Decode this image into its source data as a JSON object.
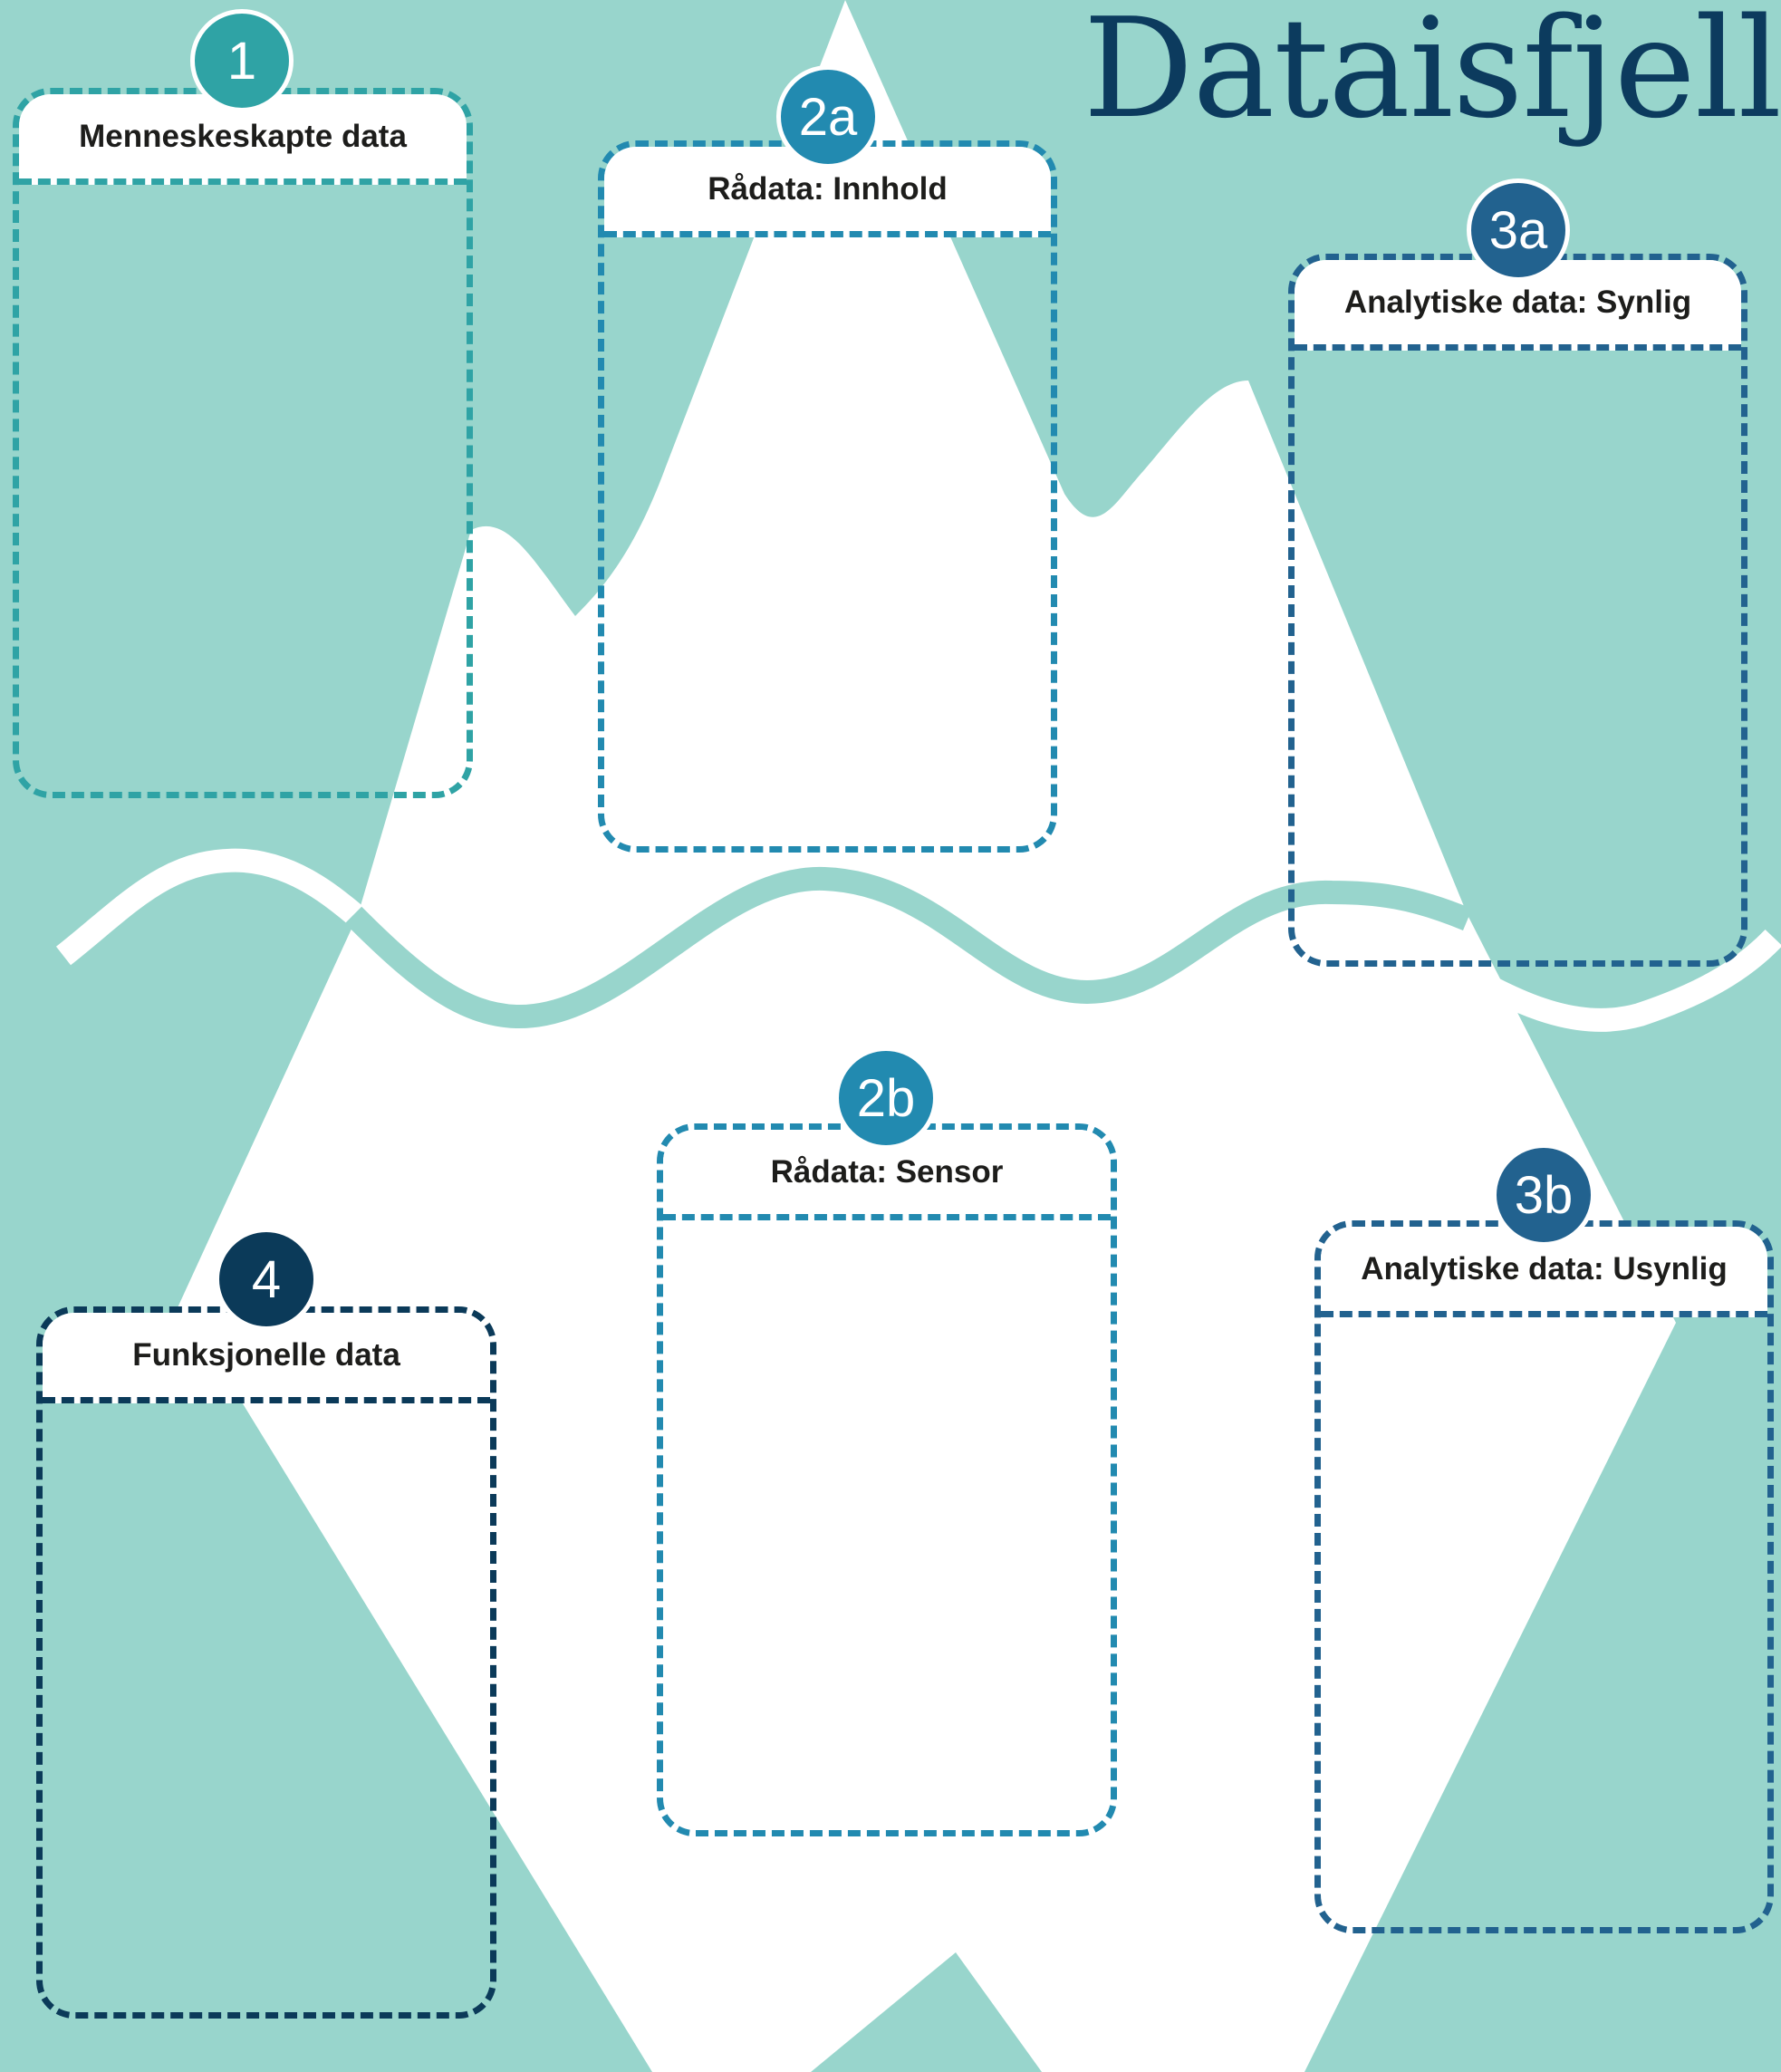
{
  "title": "Dataisfjell",
  "colors": {
    "sea": "#98d5cc",
    "ice": "#ffffff",
    "title": "#0c3b5e",
    "teal": "#2fa3a5",
    "blue": "#228ab0",
    "mid_blue": "#22628f",
    "navy": "#0b3a59"
  },
  "boxes": [
    {
      "number": "1",
      "label": "Menneskeskapte data"
    },
    {
      "number": "2a",
      "label": "Rådata: Innhold"
    },
    {
      "number": "3a",
      "label": "Analytiske data: Synlig"
    },
    {
      "number": "2b",
      "label": "Rådata: Sensor"
    },
    {
      "number": "3b",
      "label": "Analytiske data: Usynlig"
    },
    {
      "number": "4",
      "label": "Funksjonelle data"
    }
  ]
}
